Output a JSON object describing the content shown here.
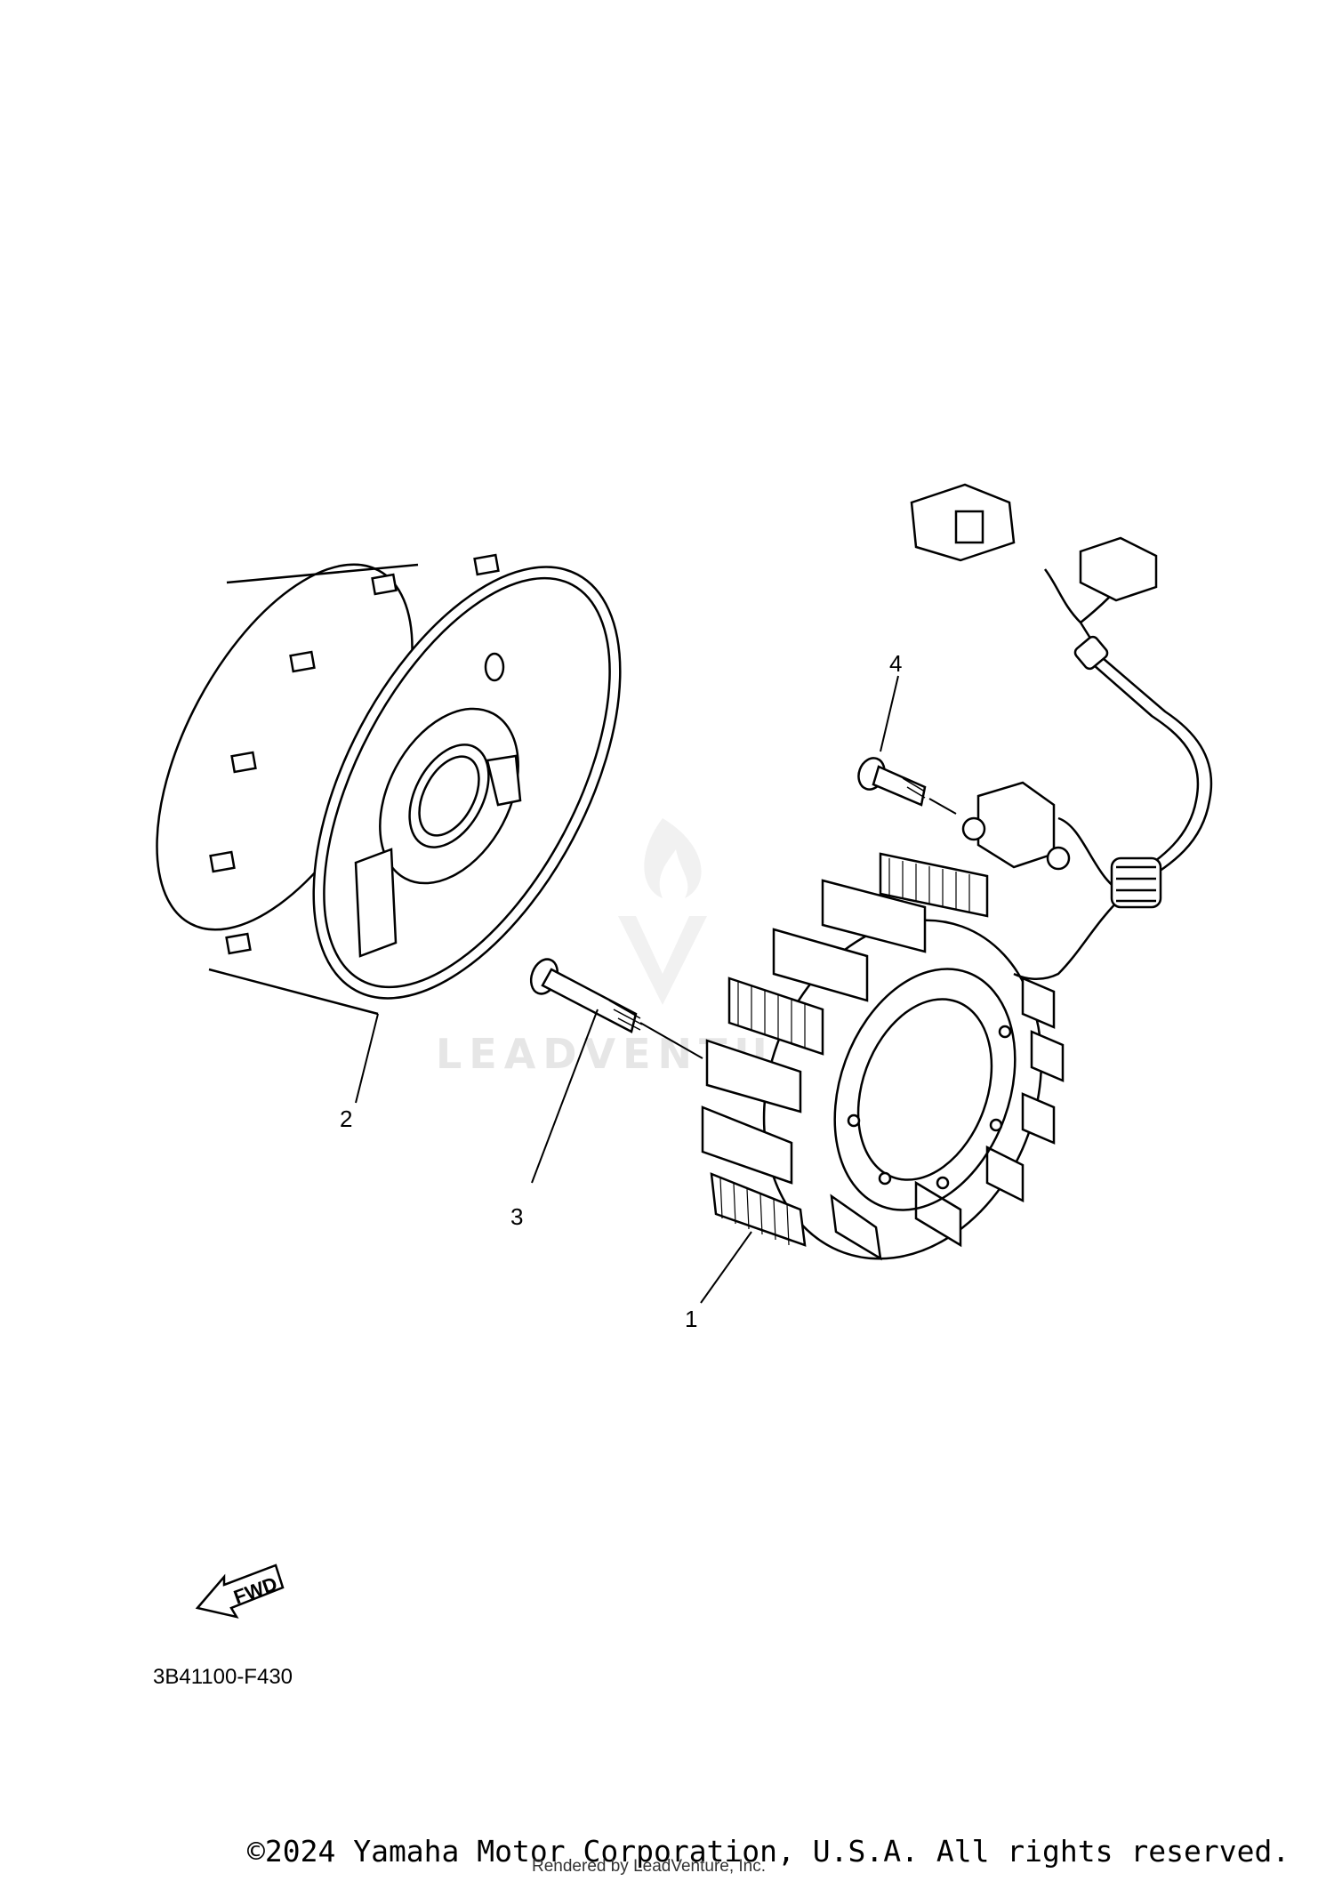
{
  "diagram": {
    "callouts": [
      {
        "id": "1",
        "label": "1"
      },
      {
        "id": "2",
        "label": "2"
      },
      {
        "id": "3",
        "label": "3"
      },
      {
        "id": "4",
        "label": "4"
      }
    ],
    "fwd_label": "FWD",
    "figure_code": "3B41100-F430",
    "watermark": "LEADVENTURE"
  },
  "footer": {
    "copyright": "©2024 Yamaha Motor Corporation, U.S.A. All rights reserved.",
    "rendered_by": "Rendered by LeadVenture, Inc."
  }
}
